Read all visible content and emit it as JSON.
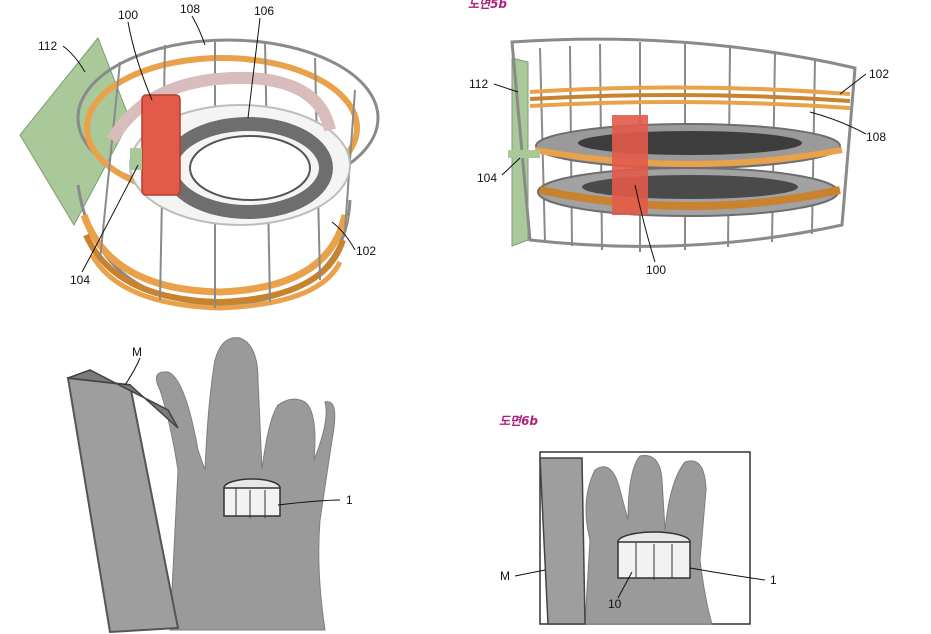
{
  "figures": {
    "top_left": {
      "labels": {
        "l100": "100",
        "l108": "108",
        "l106": "106",
        "l112": "112",
        "l104": "104",
        "l102": "102"
      }
    },
    "top_right": {
      "caption": "도면5b",
      "labels": {
        "l112": "112",
        "l102": "102",
        "l108": "108",
        "l104": "104",
        "l100": "100"
      }
    },
    "bottom_left": {
      "labels": {
        "lM": "M",
        "l1": "1"
      }
    },
    "bottom_right": {
      "caption": "도면6b",
      "labels": {
        "lM": "M",
        "l1": "1",
        "l10": "10"
      }
    }
  },
  "colors": {
    "frame": "#8a8a8a",
    "orange": "#e9a24a",
    "orange_dark": "#c9822e",
    "red": "#e35a4a",
    "green": "#a9c99a",
    "gray_ring": "#6e6e6e",
    "hand": "#9a9a9a",
    "caption": "#b0207a"
  }
}
